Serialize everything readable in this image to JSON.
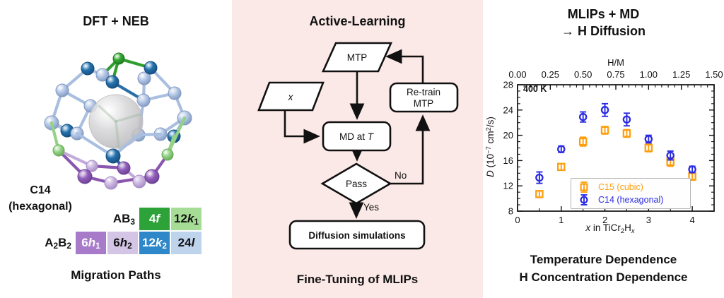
{
  "panels": {
    "left": {
      "title": "DFT + NEB",
      "structure_label_line1": "C14",
      "structure_label_line2": "(hexagonal)",
      "caption": "Migration Paths",
      "table": {
        "row1_label_runs": [
          [
            "AB",
            ""
          ],
          [
            "3",
            "sub"
          ]
        ],
        "row2_label_runs": [
          [
            "A",
            ""
          ],
          [
            "2",
            "sub"
          ],
          [
            "B",
            ""
          ],
          [
            "2",
            "sub"
          ]
        ],
        "row1_cells": [
          {
            "runs": [
              [
                "4",
                ""
              ],
              [
                "f",
                "i"
              ]
            ],
            "bg": "#2da239",
            "fg": "#ffffff"
          },
          {
            "runs": [
              [
                "12",
                ""
              ],
              [
                "k",
                "i"
              ],
              [
                "1",
                "sub"
              ]
            ],
            "bg": "#a6dd96",
            "fg": "#111111"
          }
        ],
        "row2_cells": [
          {
            "runs": [
              [
                "6",
                ""
              ],
              [
                "h",
                "i"
              ],
              [
                "1",
                "sub"
              ]
            ],
            "bg": "#a77bca",
            "fg": "#ffffff"
          },
          {
            "runs": [
              [
                "6",
                ""
              ],
              [
                "h",
                "i"
              ],
              [
                "2",
                "sub"
              ]
            ],
            "bg": "#d4c4e6",
            "fg": "#111111"
          },
          {
            "runs": [
              [
                "12",
                ""
              ],
              [
                "k",
                "i"
              ],
              [
                "2",
                "sub"
              ]
            ],
            "bg": "#2d87c9",
            "fg": "#ffffff"
          },
          {
            "runs": [
              [
                "24",
                ""
              ],
              [
                "l",
                "i"
              ]
            ],
            "bg": "#bed3ec",
            "fg": "#111111"
          }
        ]
      },
      "molecule": {
        "colors": {
          "p": {
            "fill": "#b7c9e8",
            "edge": "#8099c0",
            "bond": "#aabfe0"
          },
          "d": {
            "fill": "#2472b0",
            "edge": "#174e7c",
            "bond": "#2a6ea8"
          },
          "g": {
            "fill": "#33a832",
            "edge": "#1f7a1f",
            "bond": "#2f9e2f"
          },
          "lg": {
            "fill": "#96d587",
            "edge": "#67a85a",
            "bond": "#94d285"
          },
          "pu": {
            "fill": "#9461bd",
            "edge": "#6a3f92",
            "bond": "#8a57b0"
          },
          "lp": {
            "fill": "#cdb9e2",
            "edge": "#a58cc4",
            "bond": "#c3abd9"
          },
          "sphere": {
            "fill": "#dad9db",
            "edge": "#b9b8bc"
          }
        },
        "atoms_back": [
          [
            97,
            56,
            9,
            "p"
          ],
          [
            156,
            61,
            9,
            "p"
          ],
          [
            111,
            66,
            9,
            "d"
          ],
          [
            120,
            33,
            8,
            "g"
          ],
          [
            76,
            47,
            9,
            "d"
          ],
          [
            165,
            46,
            9,
            "d"
          ],
          [
            40,
            78,
            9,
            "p"
          ],
          [
            199,
            82,
            9,
            "p"
          ],
          [
            80,
            100,
            9,
            "p"
          ],
          [
            155,
            92,
            9,
            "p"
          ],
          [
            25,
            124,
            10,
            "p"
          ],
          [
            213,
            117,
            10,
            "p"
          ],
          [
            47,
            135,
            9,
            "d"
          ],
          [
            198,
            143,
            9,
            "d"
          ],
          [
            61,
            139,
            9,
            "p"
          ],
          [
            179,
            140,
            9,
            "p"
          ],
          [
            148,
            141,
            9,
            "p"
          ]
        ],
        "atoms_front": [
          [
            112,
            171,
            10,
            "d"
          ],
          [
            35,
            163,
            8,
            "lg"
          ],
          [
            189,
            169,
            8,
            "lg"
          ],
          [
            82,
            185,
            8,
            "lp"
          ],
          [
            72,
            200,
            10,
            "pu"
          ],
          [
            109,
            209,
            9,
            "lp"
          ],
          [
            127,
            188,
            9,
            "pu"
          ],
          [
            149,
            207,
            9,
            "lp"
          ],
          [
            167,
            200,
            10,
            "pu"
          ]
        ],
        "bonds_back": [
          [
            3,
            0,
            "g"
          ],
          [
            3,
            5,
            "g"
          ],
          [
            3,
            2,
            "g"
          ],
          [
            4,
            0,
            "p"
          ],
          [
            4,
            6,
            "p"
          ],
          [
            0,
            2,
            "p"
          ],
          [
            2,
            9,
            "d"
          ],
          [
            5,
            1,
            "p"
          ],
          [
            1,
            9,
            "p"
          ],
          [
            5,
            7,
            "p"
          ],
          [
            6,
            10,
            "p"
          ],
          [
            6,
            8,
            "p"
          ],
          [
            7,
            11,
            "p"
          ],
          [
            7,
            9,
            "p"
          ],
          [
            10,
            12,
            "p"
          ],
          [
            10,
            14,
            "p"
          ],
          [
            11,
            13,
            "p"
          ],
          [
            11,
            15,
            "p"
          ],
          [
            8,
            14,
            "p"
          ],
          [
            9,
            16,
            "p"
          ]
        ],
        "bonds_front": [
          [
            14,
            17,
            "p"
          ],
          [
            17,
            16,
            "p"
          ],
          [
            16,
            15,
            "p"
          ],
          [
            18,
            10,
            "lg"
          ],
          [
            19,
            11,
            "lg"
          ],
          [
            18,
            21,
            "pu"
          ],
          [
            21,
            22,
            "pu"
          ],
          [
            22,
            25,
            "pu"
          ],
          [
            25,
            19,
            "pu"
          ],
          [
            18,
            20,
            "lp"
          ],
          [
            20,
            23,
            "pu"
          ],
          [
            23,
            24,
            "lp"
          ],
          [
            24,
            25,
            "pu"
          ],
          [
            17,
            23,
            "d"
          ],
          [
            13,
            19,
            "lg"
          ]
        ],
        "sphere": [
          116,
          122,
          38
        ]
      }
    },
    "middle": {
      "bg": "#fbe9e7",
      "title": "Active-Learning",
      "caption": "Fine-Tuning of MLIPs",
      "nodes": {
        "mtp": "MTP",
        "x_runs": [
          [
            "x",
            "i"
          ]
        ],
        "retrain_line1": "Re-train",
        "retrain_line2": "MTP",
        "md_runs": [
          [
            "MD at ",
            ""
          ],
          [
            "T",
            "i"
          ]
        ],
        "pass": "Pass",
        "diffusion": "Diffusion simulations",
        "yes": "Yes",
        "no": "No"
      }
    },
    "right": {
      "title_line1": "MLIPs + MD",
      "title_line2": "→ H Diffusion",
      "caption_line1": "Temperature Dependence",
      "caption_line2": "H Concentration Dependence"
    }
  },
  "chart_data": {
    "type": "scatter",
    "annotation": "400 K",
    "x_axis": {
      "label_runs": [
        [
          "x",
          "i"
        ],
        [
          " in TiCr",
          ""
        ],
        [
          "2",
          "sub"
        ],
        [
          "H",
          ""
        ],
        [
          "x",
          "sub i"
        ]
      ],
      "lim": [
        0,
        4.5
      ],
      "ticks": [
        0,
        1,
        2,
        3,
        4
      ],
      "minor_step": 0.5
    },
    "top_axis": {
      "label": "H/M",
      "lim": [
        0,
        1.5
      ],
      "ticks": [
        "0.00",
        "0.25",
        "0.50",
        "0.75",
        "1.00",
        "1.25",
        "1.50"
      ],
      "tick_values": [
        0,
        0.25,
        0.5,
        0.75,
        1.0,
        1.25,
        1.5
      ],
      "minor_step": 0.05
    },
    "y_axis": {
      "label_runs": [
        [
          "D",
          "i"
        ],
        [
          " (10",
          ""
        ],
        [
          "−7",
          "sup"
        ],
        [
          " cm",
          ""
        ],
        [
          "2",
          "sup"
        ],
        [
          "/s)",
          ""
        ]
      ],
      "lim": [
        8,
        28
      ],
      "ticks": [
        8,
        12,
        16,
        20,
        24,
        28
      ],
      "minor_step": 1
    },
    "x": [
      0.5,
      1.0,
      1.5,
      2.0,
      2.5,
      3.0,
      3.5,
      4.0
    ],
    "series": [
      {
        "name": "C15 (cubic)",
        "marker": "square",
        "color": "#ff9f0e",
        "values": [
          10.7,
          15.0,
          19.0,
          20.8,
          20.3,
          18.0,
          15.8,
          13.5
        ],
        "errors": [
          0.5,
          0.5,
          0.7,
          0.6,
          0.6,
          0.6,
          0.7,
          0.6
        ]
      },
      {
        "name": "C14 (hexagonal)",
        "marker": "circle",
        "color": "#2b2be2",
        "values": [
          13.3,
          17.8,
          22.9,
          24.0,
          22.5,
          19.4,
          16.8,
          14.6
        ],
        "errors": [
          0.9,
          0.5,
          0.8,
          1.0,
          1.0,
          0.6,
          0.7,
          0.5
        ]
      }
    ],
    "legend_position": "lower right inside",
    "grid": false
  }
}
